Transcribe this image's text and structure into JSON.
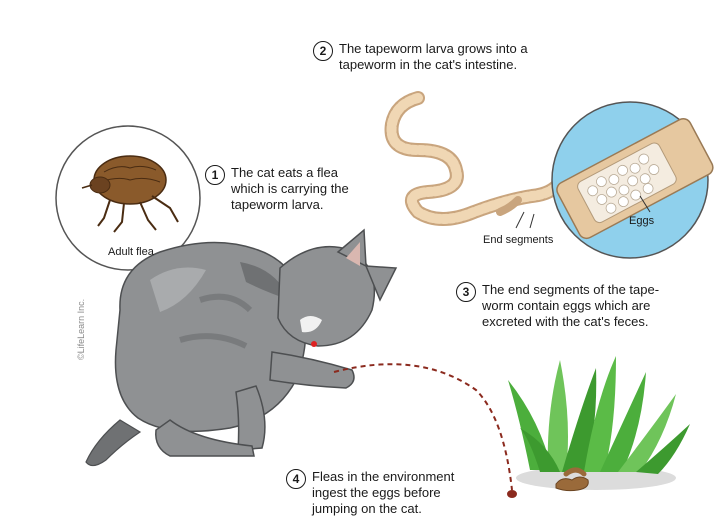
{
  "steps": [
    {
      "number": "1",
      "text": "The cat eats a flea\nwhich is carrying the\ntapeworm larva."
    },
    {
      "number": "2",
      "text": "The tapeworm larva grows into a\ntapeworm in the cat's intestine."
    },
    {
      "number": "3",
      "text": "The end segments of the tape-\nworm contain eggs which are\nexcreted with the cat's feces."
    },
    {
      "number": "4",
      "text": "Fleas in the environment\ningest the eggs before\njumping on the cat."
    }
  ],
  "labels": {
    "adult_flea": "Adult flea",
    "eggs": "Eggs",
    "end_segments": "End segments"
  },
  "copyright": "©LifeLearn Inc.",
  "colors": {
    "cat_fur": "#8f9193",
    "cat_dark": "#5f6163",
    "flea": "#8a5a2b",
    "tapeworm": "#e6c8a0",
    "egg_bg": "#8fd0ec",
    "grass": "#4cae3c",
    "feces": "#9a6a3a",
    "path": "#8b2a1e"
  }
}
